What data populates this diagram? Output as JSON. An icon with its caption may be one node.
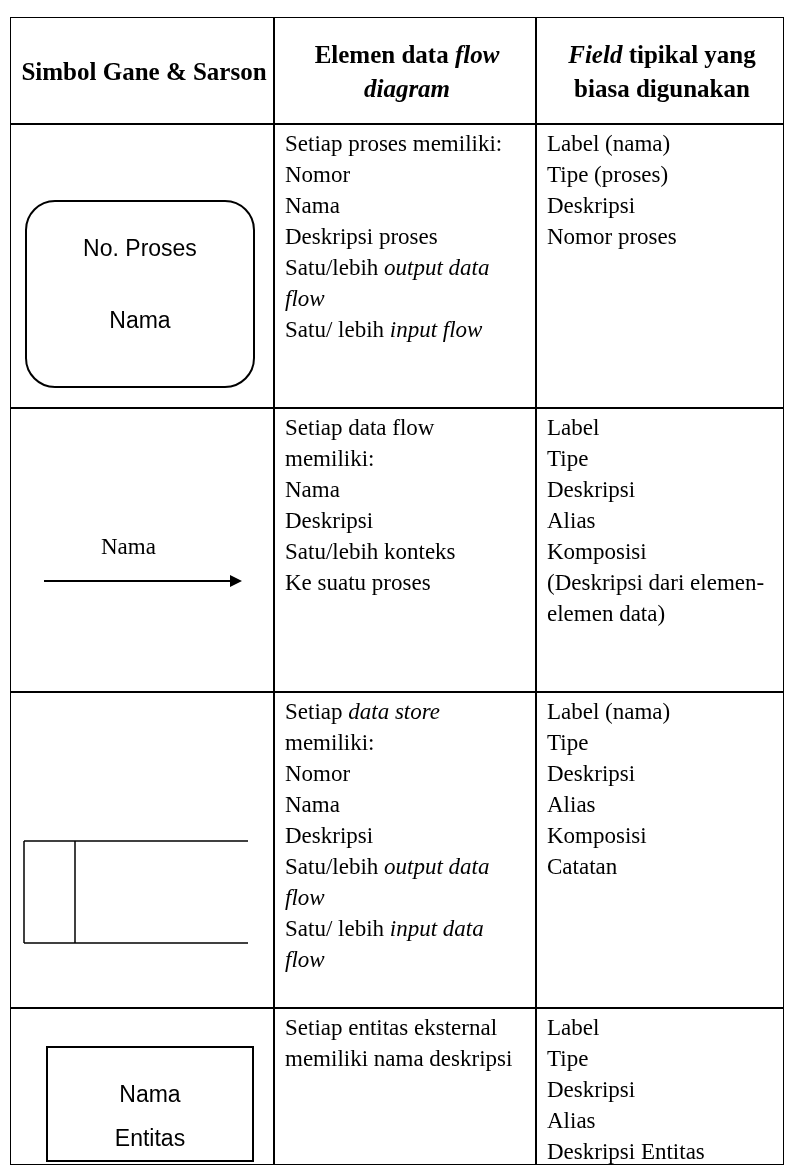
{
  "diagram": {
    "nodes": [
      {
        "text": [
          "No. Proses",
          "Nama"
        ]
      },
      {
        "text": [
          "Nama Entitas"
        ]
      }
    ],
    "labels": [
      "Simbol Gane & Sarson",
      "Elemen data *flow diagram*",
      "*Field* tipikal yang biasa digunakan",
      "Setiap proses memiliki:",
      "Nomor",
      "Nama",
      "Deskripsi proses",
      "Satu/lebih *output data flow*",
      "Satu/ lebih *input flow*",
      "Label (nama)",
      "Tipe (proses)",
      "Deskripsi",
      "Nomor proses",
      "Nama",
      "Setiap data flow memiliki:",
      "Nama",
      "Deskripsi",
      "Satu/lebih konteks",
      "Ke suatu proses",
      "Label",
      "Tipe",
      "Deskripsi",
      "Alias",
      "Komposisi",
      "(Deskripsi dari elemen-elemen data)",
      "Setiap *data store* memiliki:",
      "Nomor",
      "Nama",
      "Deskripsi",
      "Satu/lebih *output data flow*",
      "Satu/ lebih *input data flow*",
      "Label (nama)",
      "Tipe",
      "Deskripsi",
      "Alias",
      "Komposisi",
      "Catatan",
      "Setiap entitas eksternal memiliki nama deskripsi",
      "Label",
      "Tipe",
      "Deskripsi",
      "Alias",
      "Deskripsi Entitas"
    ]
  }
}
